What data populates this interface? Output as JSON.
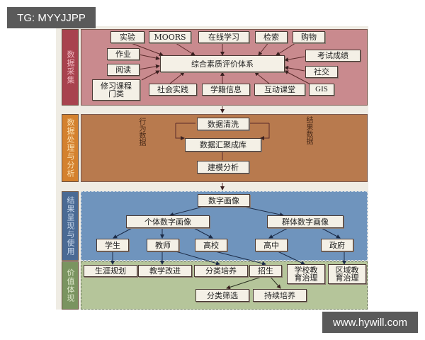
{
  "watermarks": {
    "top_left": "TG: MYYJJPP",
    "bottom_right": "www.hywill.com"
  },
  "colors": {
    "collect_side": "#a8424e",
    "collect_panel": "#c98a8e",
    "process_side": "#d4812e",
    "process_panel": "#b87a4e",
    "present_side": "#4a6a94",
    "present_panel": "#6f94bd",
    "value_side": "#7a9460",
    "value_panel": "#b5c59a"
  },
  "sections": {
    "collect": {
      "label": "数据采集",
      "center": "综合素质评价体系",
      "sources": {
        "s1": "实验",
        "s2": "MOORS",
        "s3": "在线学习",
        "s4": "检索",
        "s5": "购物",
        "s6": "作业",
        "s7": "阅读",
        "s8": "修习课程\n门类",
        "s9": "社会实践",
        "s10": "学籍信息",
        "s11": "互动课堂",
        "s12": "GIS",
        "s13": "考试成绩",
        "s14": "社交"
      }
    },
    "process": {
      "label": "数据处理与分析",
      "left_note": "行为数据",
      "right_note": "结果数据",
      "steps": {
        "clean": "数据清洗",
        "aggregate": "数据汇聚成库",
        "model": "建模分析"
      }
    },
    "present": {
      "label": "结果呈现与使用",
      "root": "数字画像",
      "individual": "个体数字画像",
      "group": "群体数字画像",
      "nodes": {
        "student": "学生",
        "teacher": "教师",
        "university": "高校",
        "highschool": "高中",
        "government": "政府"
      }
    },
    "value": {
      "label": "价值体现",
      "items": {
        "career": "生涯规划",
        "teaching": "教学改进",
        "tiered": "分类培养",
        "admission": "招生",
        "school_gov": "学校教\n育治理",
        "region_gov": "区域教\n育治理",
        "screening": "分类筛选",
        "continuous": "持续培养"
      }
    }
  }
}
